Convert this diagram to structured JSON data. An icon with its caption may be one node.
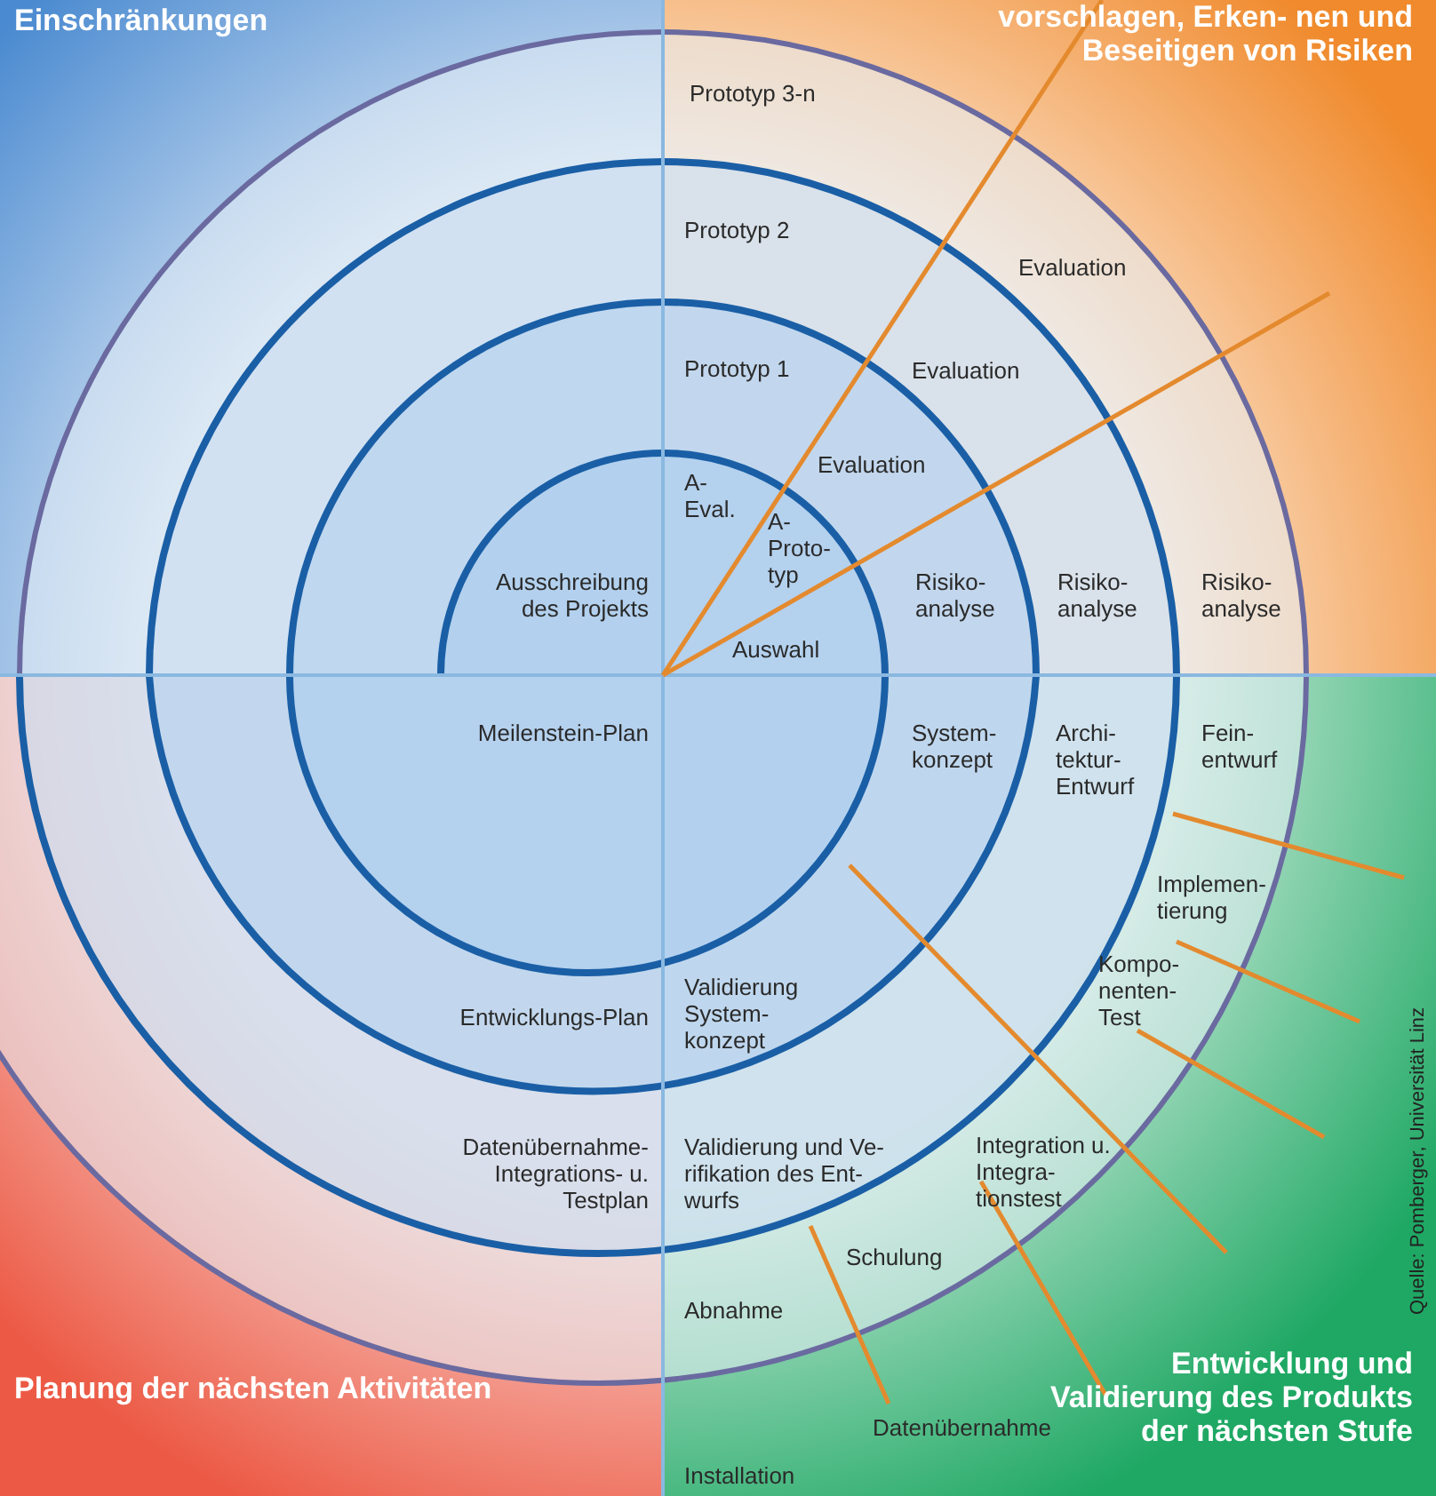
{
  "diagram": {
    "labels": [
      "Einschränkungen",
      "vorschlagen, Erken- nen und Beseitigen von Risiken",
      "Prototyp 3-n",
      "Prototyp 2",
      "Evaluation",
      "Prototyp 1",
      "Evaluation",
      "A- Eval.",
      "Evaluation",
      "A- Proto- typ",
      "Ausschreibung des Projekts",
      "Risiko- analyse",
      "Risiko- analyse",
      "Risiko- analyse",
      "Auswahl",
      "Meilenstein-Plan",
      "System- konzept",
      "Archi- tektur- Entwurf",
      "Fein- entwurf",
      "Implemen- tierung",
      "Entwicklungs-Plan",
      "Validierung System- konzept",
      "Kompo- nenten- Test",
      "Quelle: Pomberger, Universität Linz",
      "Datenübernahme- Integrations- u. Testplan",
      "Validierung und Ve- rifikation des Ent- wurfs",
      "Integration u. Integra- tionstest",
      "Schulung",
      "Abnahme",
      "Entwicklung und Validierung des Produkts der nächsten Stufe",
      "Planung der nächsten Aktivitäten",
      "Datenübernahme",
      "Installation"
    ]
  }
}
